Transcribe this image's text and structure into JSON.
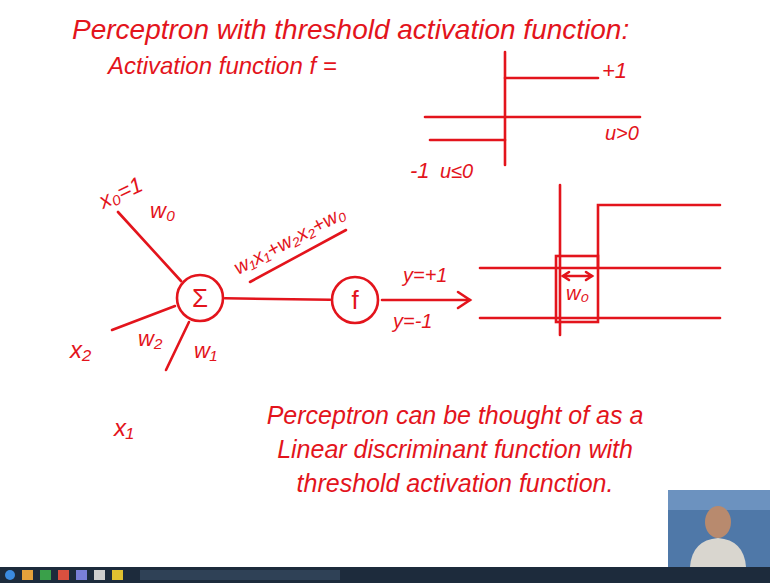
{
  "diagram": {
    "title": "Perceptron with threshold activation function:",
    "caption": "Perceptron can be thought of as a Linear discriminant function with threshold activation function.",
    "nodes": [
      {
        "text": [
          "Σ"
        ]
      },
      {
        "text": [
          "f"
        ]
      }
    ],
    "edges": [
      {
        "from": 0,
        "to": 1,
        "arrow": "none",
        "label": "w₁x₁+w₂x₂+w₀"
      }
    ],
    "labels": [
      "Activation function f =",
      "+1",
      "u>0",
      "-1",
      "u≤0",
      "x₀=1",
      "w₀",
      "w₂",
      "x₂",
      "w₁",
      "x₁",
      "y=+1",
      "y=-1",
      "w₀"
    ]
  }
}
